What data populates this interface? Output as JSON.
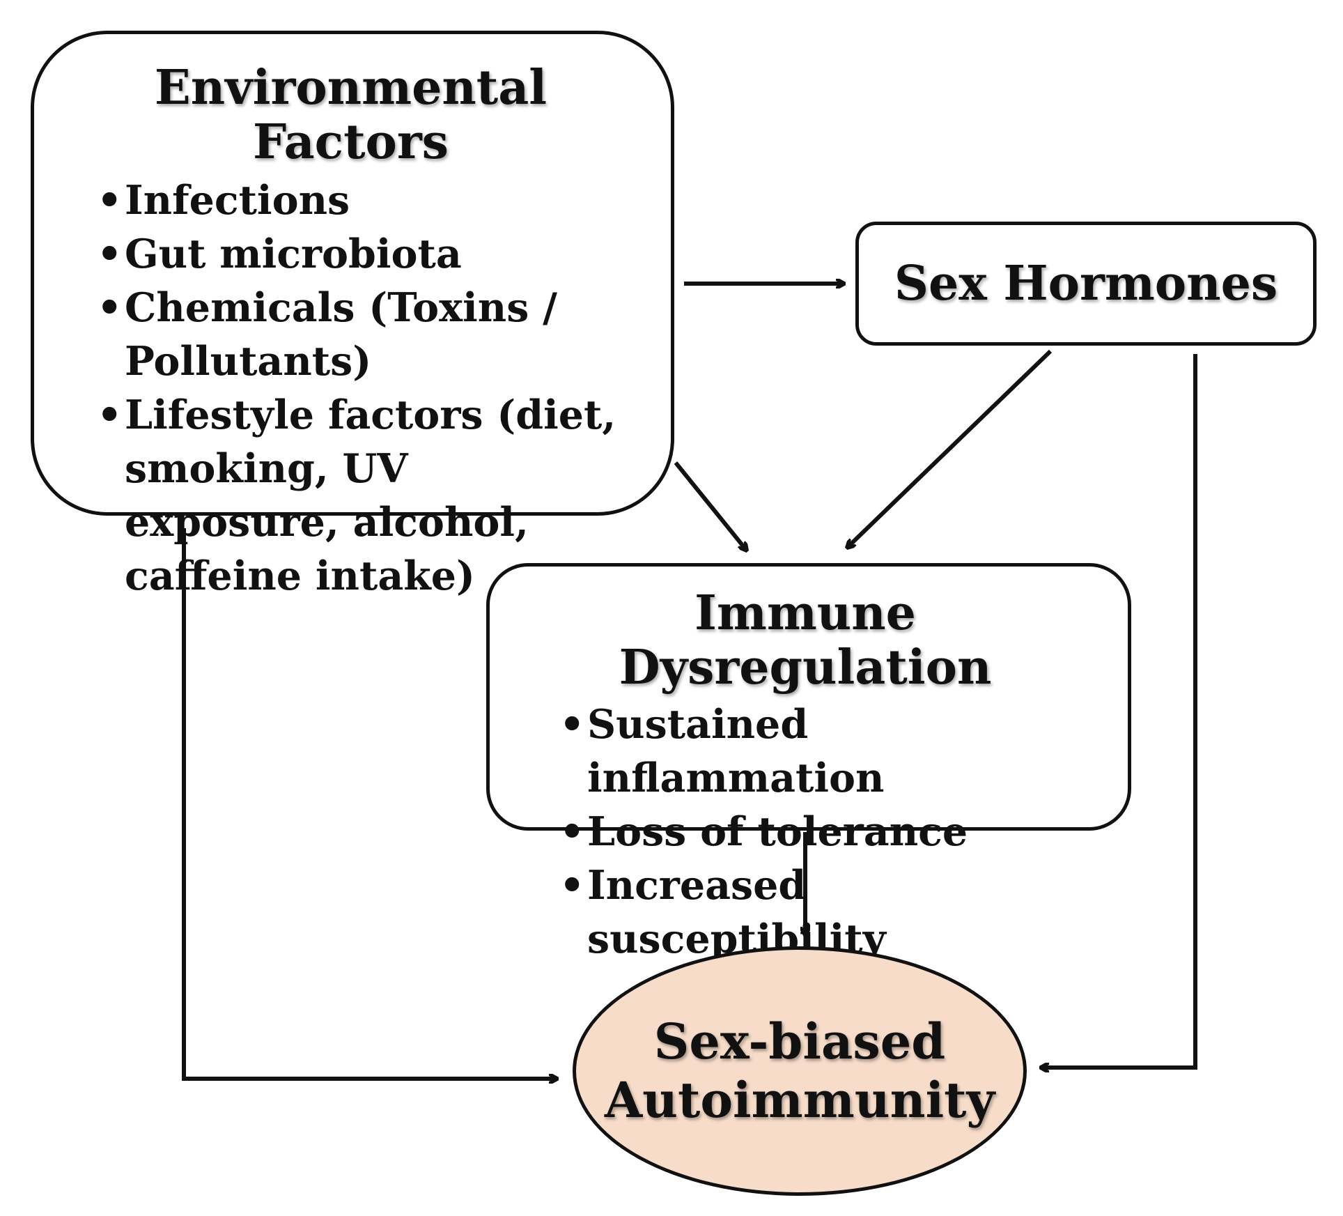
{
  "environmental": {
    "title": "Environmental Factors",
    "items": [
      "Infections",
      "Gut microbiota",
      "Chemicals (Toxins / Pollutants)",
      "Lifestyle factors (diet, smoking, UV exposure, alcohol, caffeine intake)"
    ]
  },
  "hormones": {
    "title": "Sex Hormones"
  },
  "immune": {
    "title": "Immune Dysregulation",
    "items": [
      "Sustained inflammation",
      "Loss of tolerance",
      "Increased susceptibility"
    ]
  },
  "outcome": {
    "title_line1": "Sex-biased",
    "title_line2": "Autoimmunity",
    "fill_color": "#f7dcc9"
  }
}
